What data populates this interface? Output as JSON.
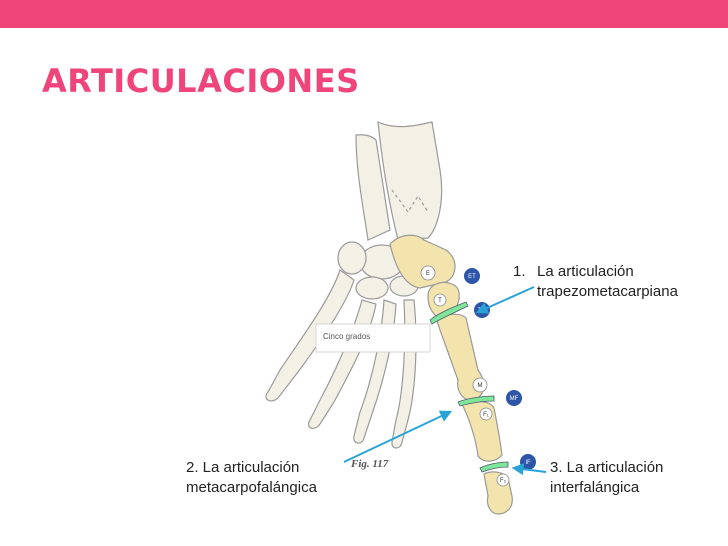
{
  "slide": {
    "title": "ARTICULACIONES",
    "accent_color": "#f0457b"
  },
  "figure": {
    "caption": "Cinco grados",
    "fig_label": "Fig. 117",
    "bone_labels": {
      "E": "E",
      "T": "T",
      "M": "M",
      "F1": "F₁",
      "F2": "F₂"
    },
    "joint_badges": {
      "ET": "ET",
      "TM": "TM",
      "MF": "MF",
      "IF": "IF"
    },
    "joint_color": "#7ee69a",
    "badge_color": "#2d55a8",
    "arrow_color": "#28a3d8"
  },
  "labels": {
    "label1_num": "1.",
    "label1_line1": "La articulación",
    "label1_line2": "trapezometacarpiana",
    "label2_line1": "2.  La articulación",
    "label2_line2": "metacarpofalángica",
    "label3_line1": "3. La articulación",
    "label3_line2": "interfalángica"
  }
}
